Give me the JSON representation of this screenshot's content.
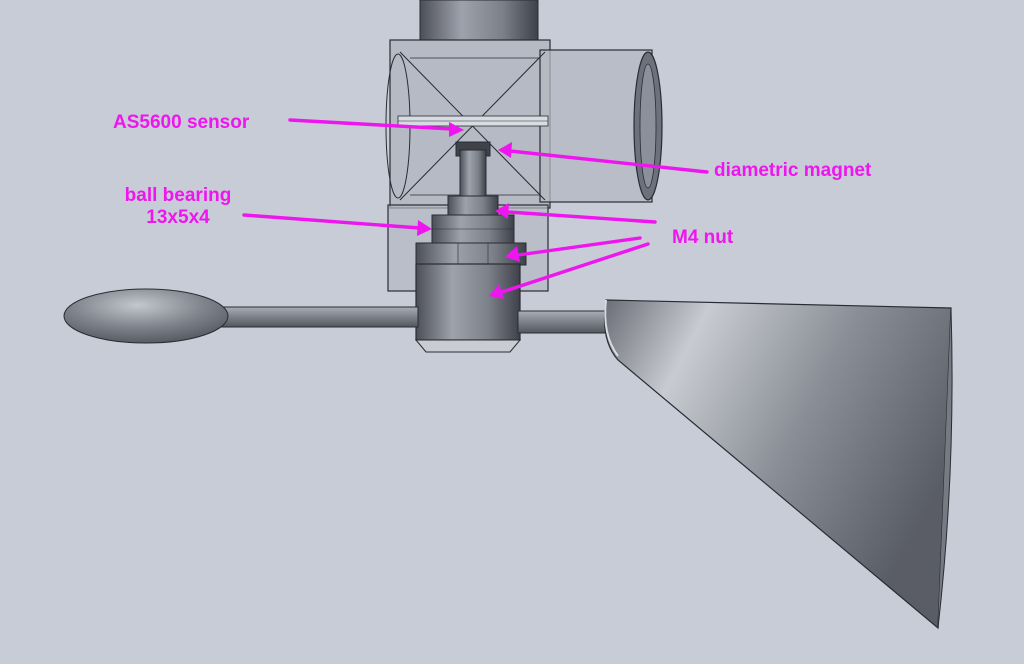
{
  "colors": {
    "background": "#c8ccd6",
    "annotation": "#ee16ee",
    "metal": "#7d8089",
    "metal_dark": "#4a4d55",
    "outline": "#2a2c33"
  },
  "labels": {
    "sensor": "AS5600 sensor",
    "magnet": "diametric magnet",
    "bearing_line1": "ball bearing",
    "bearing_line2": "13x5x4",
    "nut": "M4 nut"
  },
  "icons": [
    "wind-vane-cad-model",
    "annotation-arrow"
  ]
}
